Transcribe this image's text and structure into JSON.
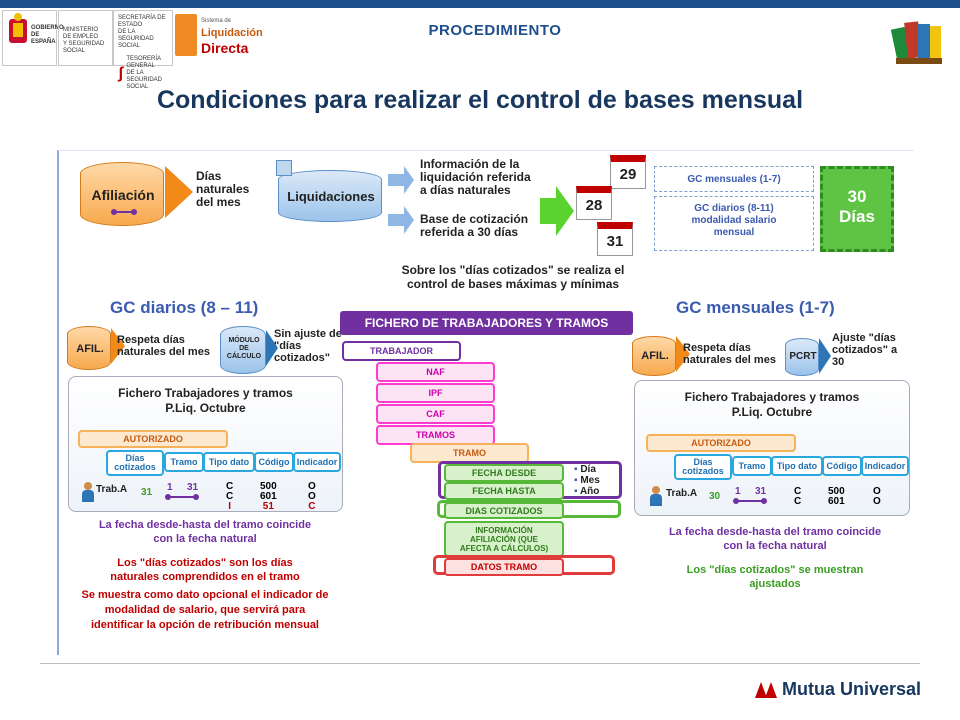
{
  "header": {
    "title": "PROCEDIMIENTO"
  },
  "logos": {
    "gov_lines": [
      "GOBIERNO",
      "DE ESPAÑA"
    ],
    "min_lines": [
      "MINISTERIO",
      "DE EMPLEO",
      "Y SEGURIDAD SOCIAL"
    ],
    "seg_lines": [
      "SECRETARÍA DE ESTADO",
      "DE LA SEGURIDAD SOCIAL",
      "TESORERÍA GENERAL",
      "DE LA SEGURIDAD SOCIAL"
    ],
    "sld": [
      "Sistema de",
      "Liquidación",
      "Directa"
    ]
  },
  "title": "Condiciones para realizar el control de bases mensual",
  "top": {
    "afiliacion": "Afiliación",
    "dias_naturales": [
      "Días",
      "naturales",
      "del mes"
    ],
    "liquidaciones": "Liquidaciones",
    "info_liq": [
      "Información de la",
      "liquidación  referida",
      "a días naturales"
    ],
    "base_cot": [
      "Base de cotización",
      "referida a 30 días"
    ],
    "cal1": "29",
    "cal2": "28",
    "cal3": "31",
    "note": [
      "Sobre los \"días cotizados\" se realiza el",
      "control de bases máximas y mínimas"
    ],
    "gc_mens": "GC mensuales (1-7)",
    "gc_diar": [
      "GC diarios (8-11)",
      "modalidad salario",
      "mensual"
    ],
    "dias30": [
      "30",
      "Días"
    ]
  },
  "left": {
    "title": "GC diarios (8 – 11)",
    "afil": "AFIL.",
    "respeta": [
      "Respeta días",
      "naturales del mes"
    ],
    "modulo": [
      "MÓDULO",
      "DE",
      "CÁLCULO"
    ],
    "sin_ajuste": [
      "Sin ajuste de",
      "\"días",
      "cotizados\""
    ],
    "fichero": [
      "Fichero Trabajadores y tramos",
      "P.Liq. Octubre"
    ],
    "autorizado": "AUTORIZADO",
    "cols": [
      "Días cotizados",
      "Tramo",
      "Tipo dato",
      "Código",
      "Indicador"
    ],
    "trab": "Trab.A",
    "dias": "31",
    "tramo_a": "1",
    "tramo_b": "31",
    "tipo": [
      "C",
      "C",
      "I"
    ],
    "cod": [
      "500",
      "601",
      "51"
    ],
    "ind": [
      "O",
      "O",
      "C"
    ],
    "note1": [
      "La fecha desde-hasta del tramo  coincide",
      "con la fecha natural"
    ],
    "note2": [
      "Los \"días cotizados\" son los días",
      "naturales comprendidos en el tramo"
    ],
    "note3": [
      "Se muestra como dato opcional el indicador de",
      "modalidad de salario, que servirá para",
      "identificar la opción de retribución mensual"
    ]
  },
  "center": {
    "header": "FICHERO DE TRABAJADORES Y TRAMOS",
    "trabajador": "TRABAJADOR",
    "naf": "NAF",
    "ipf": "IPF",
    "caf": "CAF",
    "tramos": "TRAMOS",
    "tramo": "TRAMO",
    "fecha_desde": "FECHA DESDE",
    "fecha_hasta": "FECHA HASTA",
    "bullets": [
      "Día",
      "Mes",
      "Año"
    ],
    "dias_cot": "DIAS COTIZADOS",
    "info_afil": [
      "INFORMACIÓN",
      "AFILIACIÓN (QUE",
      "AFECTA A CÁLCULOS)"
    ],
    "datos_tramo": "DATOS TRAMO"
  },
  "right": {
    "title": "GC mensuales (1-7)",
    "afil": "AFIL.",
    "respeta": [
      "Respeta días",
      "naturales del mes"
    ],
    "pcrt": "PCRT",
    "ajuste": [
      "Ajuste \"días",
      "cotizados\" a",
      "30"
    ],
    "fichero": [
      "Fichero Trabajadores y tramos",
      "P.Liq. Octubre"
    ],
    "autorizado": "AUTORIZADO",
    "cols": [
      "Días cotizados",
      "Tramo",
      "Tipo dato",
      "Código",
      "Indicador"
    ],
    "trab": "Trab.A",
    "dias": "30",
    "tramo_a": "1",
    "tramo_b": "31",
    "tipo": [
      "C",
      "C"
    ],
    "cod": [
      "500",
      "601"
    ],
    "ind": [
      "O",
      "O"
    ],
    "note1": [
      "La fecha desde-hasta del tramo  coincide",
      "con la fecha natural"
    ],
    "note2": [
      "Los \"días cotizados\" se muestran",
      "ajustados"
    ]
  },
  "footer": {
    "brand": "Mutua Universal"
  },
  "colors": {
    "navy": "#17375e",
    "blue": "#1f4e8c",
    "green": "#3a9d23",
    "purple": "#7030a0",
    "red": "#c00000"
  }
}
